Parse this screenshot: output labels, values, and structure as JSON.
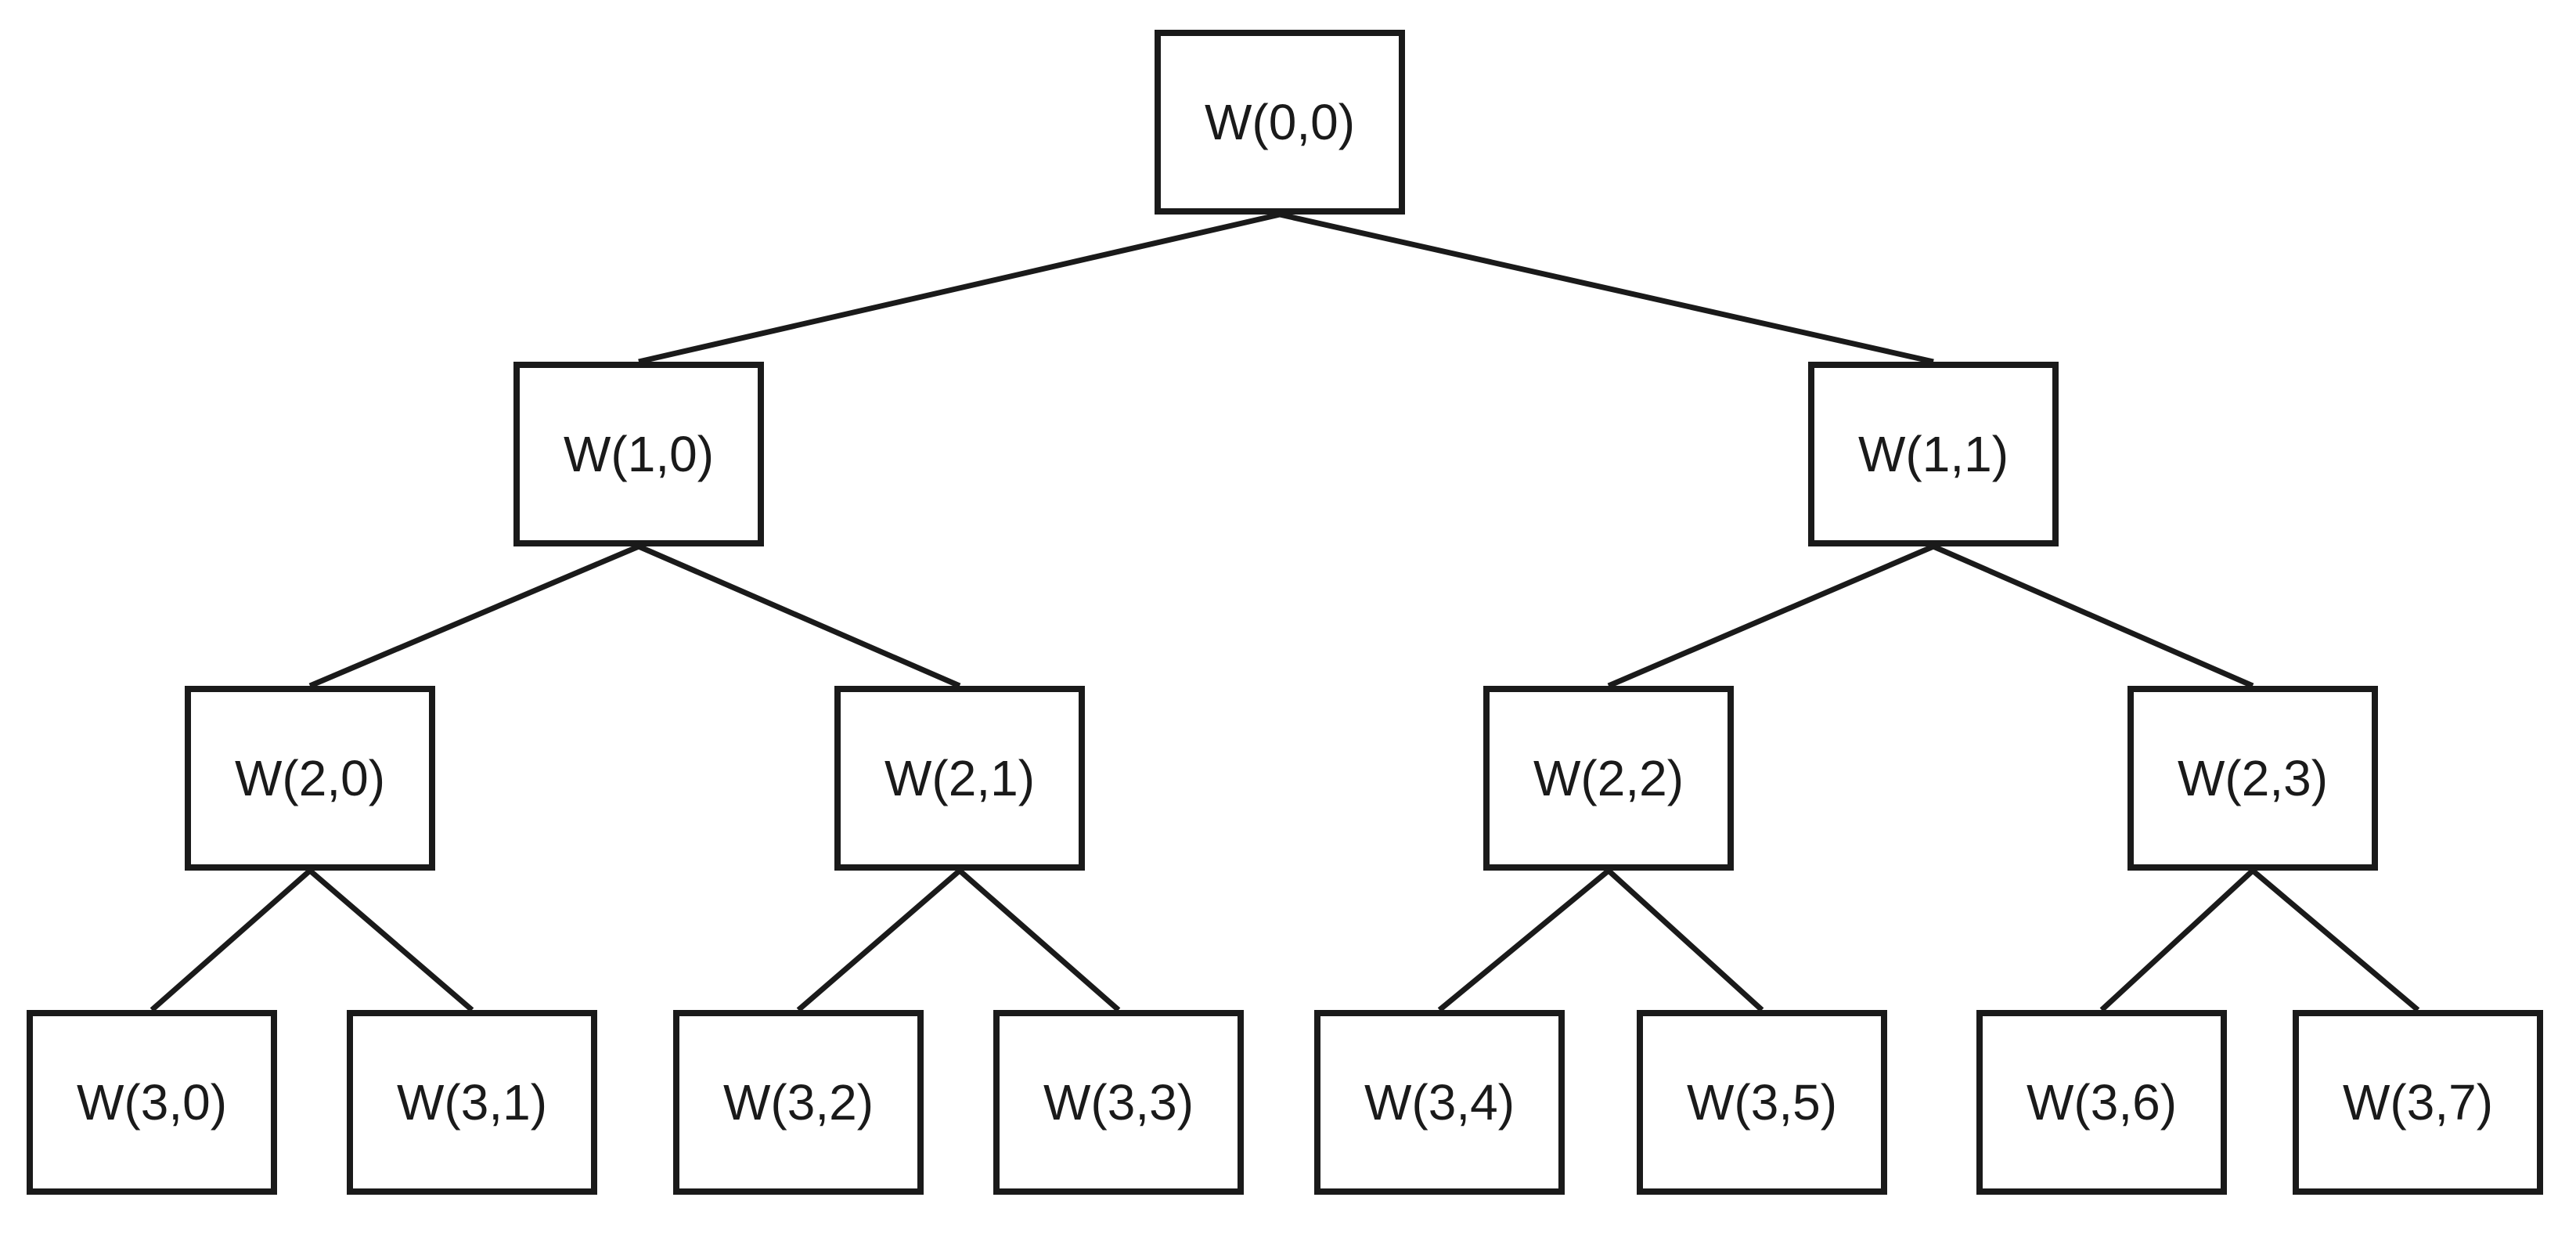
{
  "diagram": {
    "type": "binary-tree",
    "background_color": "#ffffff",
    "line_color": "#1a1a1a",
    "text_color": "#1a1a1a",
    "nodes": [
      {
        "label": "W(0,0)",
        "level": 0
      },
      {
        "label": "W(1,0)",
        "level": 1
      },
      {
        "label": "W(1,1)",
        "level": 1
      },
      {
        "label": "W(2,0)",
        "level": 2
      },
      {
        "label": "W(2,1)",
        "level": 2
      },
      {
        "label": "W(2,2)",
        "level": 2
      },
      {
        "label": "W(2,3)",
        "level": 2
      },
      {
        "label": "W(3,0)",
        "level": 3
      },
      {
        "label": "W(3,1)",
        "level": 3
      },
      {
        "label": "W(3,2)",
        "level": 3
      },
      {
        "label": "W(3,3)",
        "level": 3
      },
      {
        "label": "W(3,4)",
        "level": 3
      },
      {
        "label": "W(3,5)",
        "level": 3
      },
      {
        "label": "W(3,6)",
        "level": 3
      },
      {
        "label": "W(3,7)",
        "level": 3
      }
    ],
    "edges": [
      {
        "parent": "W(0,0)",
        "child": "W(1,0)"
      },
      {
        "parent": "W(0,0)",
        "child": "W(1,1)"
      },
      {
        "parent": "W(1,0)",
        "child": "W(2,0)"
      },
      {
        "parent": "W(1,0)",
        "child": "W(2,1)"
      },
      {
        "parent": "W(1,1)",
        "child": "W(2,2)"
      },
      {
        "parent": "W(1,1)",
        "child": "W(2,3)"
      },
      {
        "parent": "W(2,0)",
        "child": "W(3,0)"
      },
      {
        "parent": "W(2,0)",
        "child": "W(3,1)"
      },
      {
        "parent": "W(2,1)",
        "child": "W(3,2)"
      },
      {
        "parent": "W(2,1)",
        "child": "W(3,3)"
      },
      {
        "parent": "W(2,2)",
        "child": "W(3,4)"
      },
      {
        "parent": "W(2,2)",
        "child": "W(3,5)"
      },
      {
        "parent": "W(2,3)",
        "child": "W(3,6)"
      },
      {
        "parent": "W(2,3)",
        "child": "W(3,7)"
      }
    ]
  }
}
